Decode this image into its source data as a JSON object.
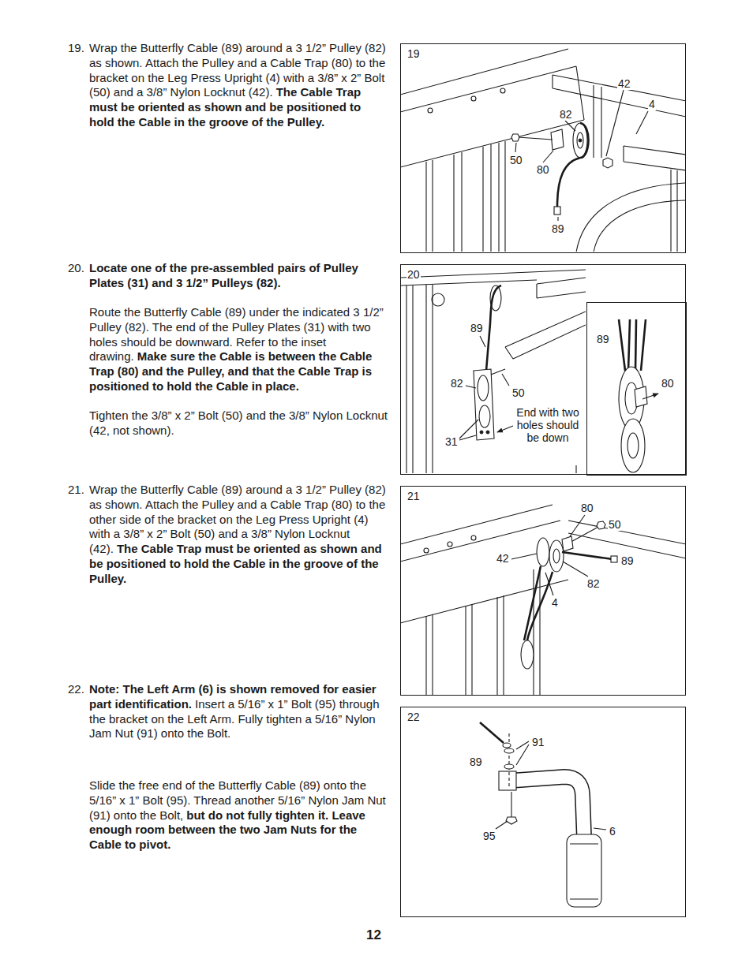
{
  "diagram": {
    "nodes": [
      {
        "text": [
          "19",
          "42",
          "4",
          "82",
          "50",
          "80",
          "89"
        ]
      },
      {
        "text": [
          "20",
          "89",
          "82",
          "50",
          "31",
          "End with two holes should be down"
        ]
      },
      {
        "text": [
          "89",
          "80"
        ],
        "in": 1
      },
      {
        "text": [
          "21",
          "80",
          "50",
          "42",
          "89",
          "82",
          "4"
        ]
      },
      {
        "text": [
          "22",
          "91",
          "89",
          "95",
          "6"
        ]
      }
    ],
    "labels": [
      "19.",
      "Wrap the Butterfly Cable (89) around a 3 1/2” Pulley (82) as shown. Attach the Pulley and a Cable Trap (80) to the bracket on the Leg Press Upright (4) with a 3/8” x 2” Bolt (50) and a 3/8” Nylon Locknut (42).",
      "The Cable Trap must be oriented as shown and be positioned to hold the Cable in the groove of the Pulley.",
      "20.",
      "Locate one of the pre-assembled pairs of Pulley Plates (31) and 3 1/2” Pulleys (82).",
      "Route the Butterfly Cable (89) under the indicated 3 1/2” Pulley (82). The end of the Pulley Plates (31) with two holes should be downward. Refer to the inset drawing.",
      "Make sure the Cable is between the Cable Trap (80) and the Pulley, and that the Cable Trap is positioned to hold the Cable in place.",
      "Tighten the 3/8” x 2” Bolt (50) and the 3/8” Nylon Locknut (42, not shown).",
      "21.",
      "Wrap the Butterfly Cable (89) around a 3 1/2” Pulley (82) as shown. Attach the Pulley and a Cable Trap (80) to the other side of the bracket on the Leg Press Upright (4) with a 3/8” x 2” Bolt (50) and a 3/8” Nylon Locknut (42).",
      "The Cable Trap must be oriented as shown and be positioned to hold the Cable in the groove of the Pulley.",
      "22.",
      "Note: The Left Arm (6) is shown removed for easier part identification.",
      "Insert a 5/16” x 1” Bolt (95) through the bracket on the Left Arm. Fully tighten a 5/16” Nylon Jam Nut (91) onto the Bolt.",
      "Slide the free end of the Butterfly Cable (89) onto the 5/16” x 1” Bolt (95). Thread another 5/16” Nylon Jam Nut (91) onto the Bolt,",
      "but do not fully tighten it. Leave enough room between the two Jam Nuts for the Cable to pivot.",
      "12"
    ]
  }
}
